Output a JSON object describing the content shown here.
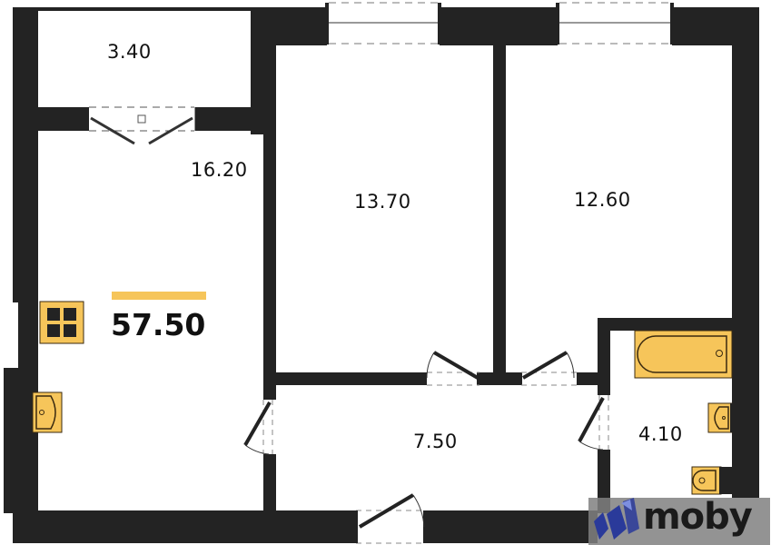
{
  "plan": {
    "total_area": "57.50",
    "rooms": [
      {
        "id": "balcony",
        "area": "3.40"
      },
      {
        "id": "kitchen-living",
        "area": "16.20"
      },
      {
        "id": "bedroom-1",
        "area": "13.70"
      },
      {
        "id": "bedroom-2",
        "area": "12.60"
      },
      {
        "id": "hallway",
        "area": "7.50"
      },
      {
        "id": "bathroom",
        "area": "4.10"
      }
    ],
    "colors": {
      "wall": "#232323",
      "fixture": "#f6c55a",
      "fixture_outline": "#3a2a10",
      "accent_bar": "#f6c55a",
      "logo_blue": "#2a3a9a",
      "logo_blue_light": "#7d8fe0"
    }
  },
  "brand": {
    "logo_text": "moby",
    "logo_icon": "moby-logo-icon"
  }
}
